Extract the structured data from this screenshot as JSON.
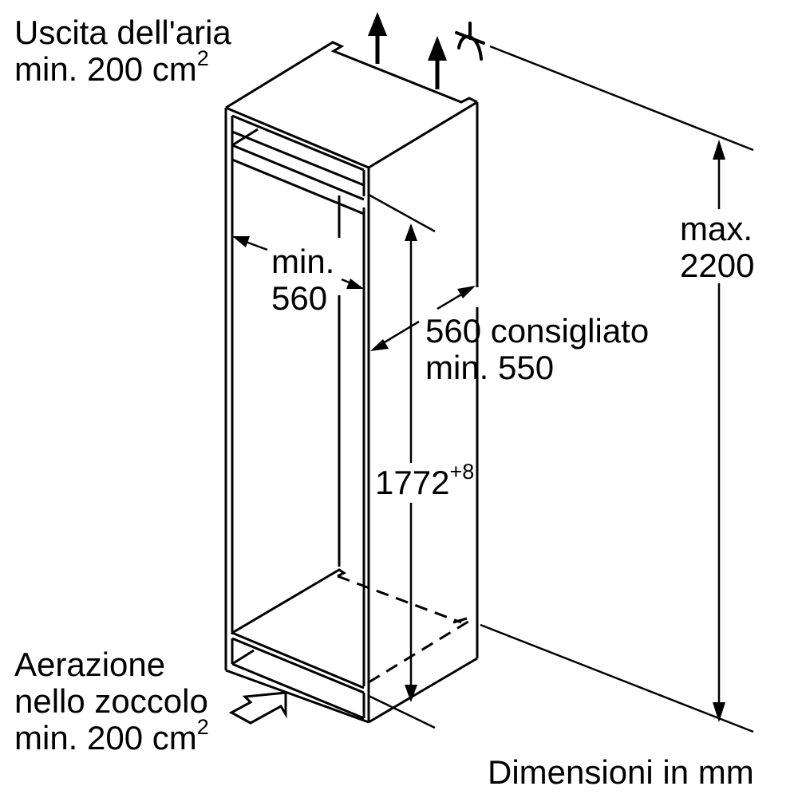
{
  "diagram": {
    "type": "built-in appliance installation niche (isometric)",
    "stroke_color": "#000000",
    "background": "#ffffff"
  },
  "labels": {
    "air_outlet": {
      "line1": "Uscita dell'aria",
      "line2_main": "min. 200 cm",
      "line2_sup": "2"
    },
    "niche_width": {
      "line1": "min.",
      "line2": "560"
    },
    "niche_depth": {
      "line1": "560 consigliato",
      "line2": "min. 550"
    },
    "niche_height": {
      "main": "1772",
      "sup": "+8"
    },
    "max_height": {
      "line1": "max.",
      "line2": "2200"
    },
    "plinth_ventilation": {
      "line1": "Aerazione",
      "line2": "nello zoccolo",
      "line3_main": "min. 200 cm",
      "line3_sup": "2"
    },
    "units": "Dimensioni in mm"
  },
  "icons": {
    "airflow_arrows": "arrow-up-icon",
    "ceiling_symbol": "ceiling-angle-icon",
    "plinth_air_arrow": "hollow-arrow-icon"
  }
}
